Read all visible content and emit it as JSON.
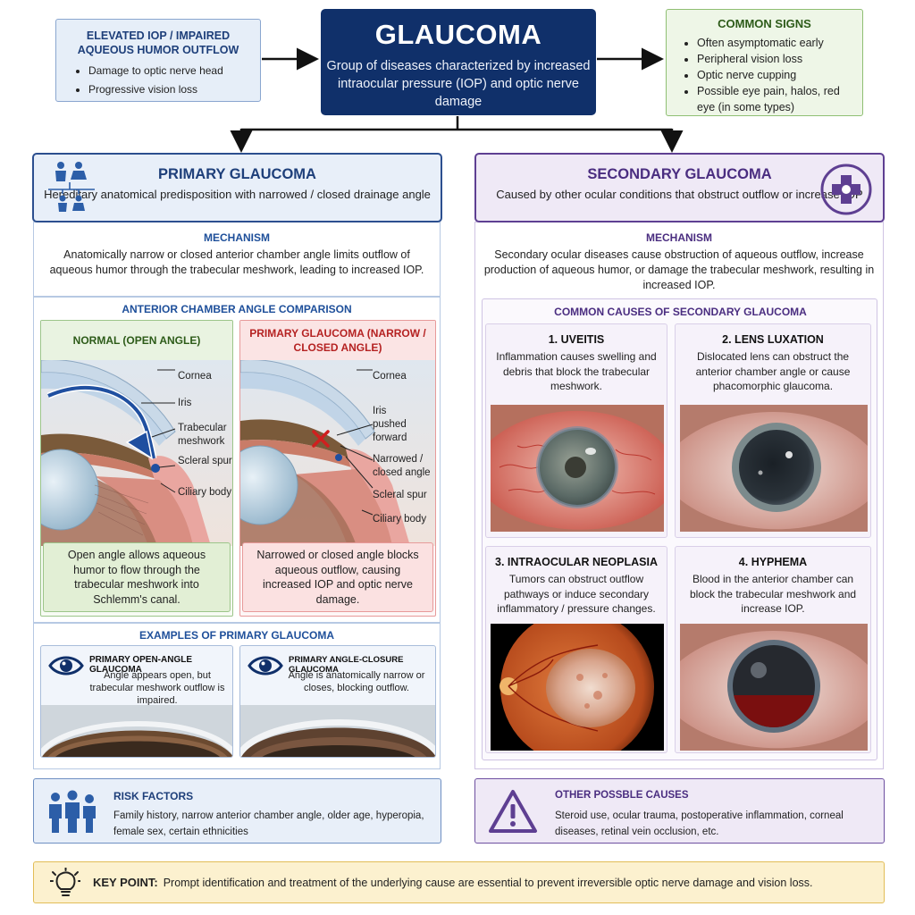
{
  "colors": {
    "navy": "#10306a",
    "blue_accent": "#2c4f8f",
    "purple_accent": "#5e3f92",
    "green_accent": "#8fbf73",
    "red_accent": "#e79a9a",
    "keypoint_bg": "#fcf1cf"
  },
  "header": {
    "title": "GLAUCOMA",
    "subtitle": "Group of diseases characterized by increased intraocular pressure (IOP) and optic nerve damage"
  },
  "left_box": {
    "title": "ELEVATED IOP / IMPAIRED AQUEOUS HUMOR OUTFLOW",
    "items": [
      "Damage to optic nerve head",
      "Progressive vision loss"
    ]
  },
  "right_box": {
    "title": "COMMON SIGNS",
    "items": [
      "Often asymptomatic early",
      "Peripheral vision loss",
      "Optic nerve cupping",
      "Possible eye pain, halos, red eye (in some types)"
    ]
  },
  "primary": {
    "icon": "family-tree-icon",
    "title": "PRIMARY GLAUCOMA",
    "subtitle": "Hereditary anatomical predisposition with narrowed / closed drainage angle",
    "mechanism_title": "MECHANISM",
    "mechanism_text": "Anatomically narrow or closed anterior chamber angle limits outflow of aqueous humor through the trabecular meshwork, leading to increased IOP.",
    "comparison_title": "ANTERIOR CHAMBER ANGLE COMPARISON",
    "normal": {
      "title": "NORMAL (OPEN ANGLE)",
      "labels": {
        "cornea": "Cornea",
        "iris": "Iris",
        "trabecular_1": "Trabecular",
        "trabecular_2": "meshwork",
        "scleral": "Scleral spur",
        "ciliary": "Ciliary body"
      },
      "caption": "Open angle allows aqueous humor to flow through the trabecular meshwork into Schlemm's canal."
    },
    "closed": {
      "title": "PRIMARY GLAUCOMA (NARROW / CLOSED ANGLE)",
      "labels": {
        "cornea": "Cornea",
        "iris_1": "Iris",
        "iris_2": "pushed",
        "iris_3": "forward",
        "narrowed_1": "Narrowed /",
        "narrowed_2": "closed angle",
        "scleral": "Scleral spur",
        "ciliary": "Ciliary body"
      },
      "caption": "Narrowed or closed angle blocks aqueous outflow, causing increased IOP and optic nerve damage."
    },
    "examples_title": "EXAMPLES OF PRIMARY GLAUCOMA",
    "examples": [
      {
        "icon": "eye-icon",
        "title": "PRIMARY OPEN-ANGLE GLAUCOMA",
        "text": "Angle appears open, but trabecular meshwork outflow is impaired."
      },
      {
        "icon": "eye-icon",
        "title": "PRIMARY ANGLE-CLOSURE GLAUCOMA",
        "text": "Angle is anatomically narrow or closes, blocking outflow."
      }
    ]
  },
  "secondary": {
    "icon": "medical-cross-icon",
    "title": "SECONDARY GLAUCOMA",
    "subtitle": "Caused by other ocular conditions that obstruct outflow or increase IOP",
    "mechanism_title": "MECHANISM",
    "mechanism_text": "Secondary ocular diseases cause obstruction of aqueous outflow, increase production of aqueous humor, or damage the trabecular meshwork, resulting in increased IOP.",
    "causes_title": "COMMON CAUSES OF SECONDARY GLAUCOMA",
    "causes": [
      {
        "title": "1. UVEITIS",
        "text": "Inflammation causes swelling and debris that block the trabecular meshwork."
      },
      {
        "title": "2. LENS LUXATION",
        "text": "Dislocated lens can obstruct the anterior chamber angle or cause phacomorphic glaucoma."
      },
      {
        "title": "3. INTRAOCULAR NEOPLASIA",
        "text": "Tumors can obstruct outflow pathways or induce secondary inflammatory / pressure changes."
      },
      {
        "title": "4. HYPHEMA",
        "text": "Blood in the anterior chamber can block the trabecular meshwork and increase IOP."
      }
    ]
  },
  "risk": {
    "icon": "people-icon",
    "title": "RISK FACTORS",
    "text": "Family history, narrow anterior chamber angle, older age, hyperopia, female sex, certain ethnicities"
  },
  "other": {
    "icon": "warning-icon",
    "title": "OTHER POSSBLE CAUSES",
    "text": "Steroid use, ocular trauma, postoperative inflammation, corneal diseases, retinal vein occlusion, etc."
  },
  "keypoint": {
    "icon": "lightbulb-icon",
    "label": "KEY POINT:",
    "text": "Prompt identification and treatment of the underlying cause are essential to prevent irreversible optic nerve damage and vision loss."
  }
}
